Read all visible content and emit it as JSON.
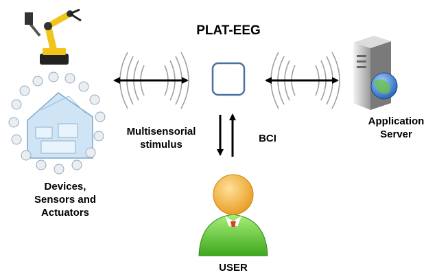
{
  "title": "PLAT-EEG",
  "nodes": {
    "devices": {
      "lines": [
        "Devices,",
        "Sensors and",
        "Actuators"
      ],
      "icon": "robot-arm-and-smart-home-icon"
    },
    "platform": {
      "icon": "platform-box-icon"
    },
    "server": {
      "lines": [
        "Application",
        "Server"
      ],
      "icon": "application-server-icon"
    },
    "user": {
      "label": "USER",
      "icon": "user-avatar-icon"
    }
  },
  "edges": {
    "stimulus": {
      "lines": [
        "Multisensorial",
        "stimulus"
      ]
    },
    "bci": {
      "label": "BCI"
    }
  },
  "colors": {
    "platform_border": "#4a6fa5",
    "user_skin": "#f5b84a",
    "user_shirt": "#5ec83a",
    "tie": "#e03a20",
    "arrow": "#000000",
    "wave": "#999999"
  }
}
